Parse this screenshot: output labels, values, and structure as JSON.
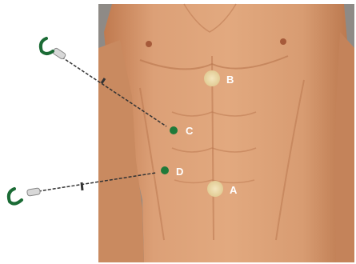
{
  "labels": {
    "a": "A",
    "b": "B",
    "c": "C",
    "d": "D"
  },
  "colors": {
    "background": "#ffffff",
    "panel_bg": "#8e8a86",
    "skin": "#d99a6e",
    "skin_shadow": "#b8744c",
    "port_dot": "#e9d6a6",
    "green_dot": "#1f7a3a",
    "hook": "#1b6b35",
    "instrument_line": "#333333"
  },
  "icons": {
    "instrument_top": "hook-instrument-icon",
    "instrument_bottom": "hook-instrument-icon"
  }
}
